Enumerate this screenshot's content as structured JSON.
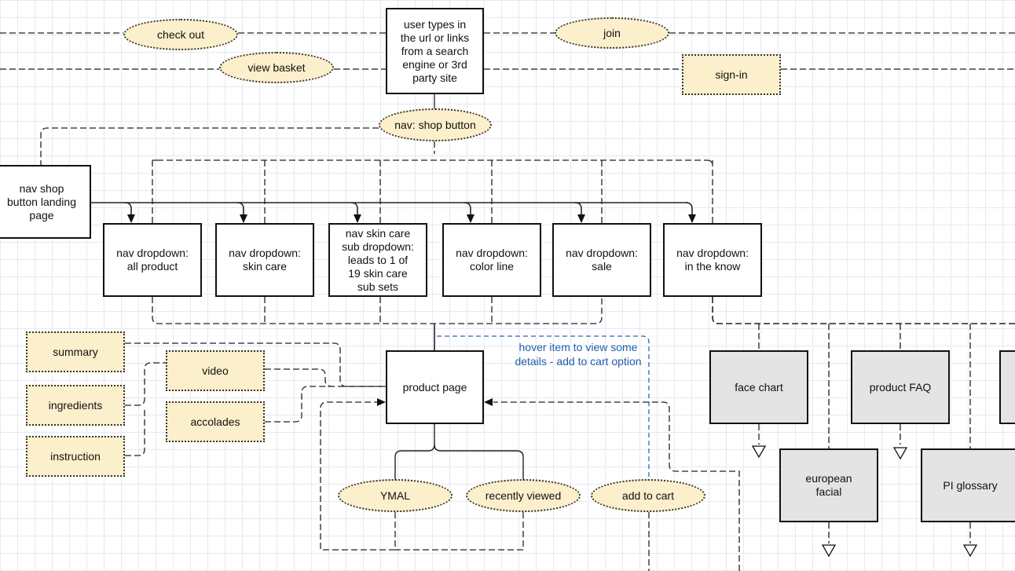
{
  "nodes": {
    "check_out": "check out",
    "view_basket": "view basket",
    "user_entry": "user types in\nthe url or links\nfrom a search\nengine or 3rd\nparty site",
    "join": "join",
    "sign_in": "sign-in",
    "nav_shop_button": "nav: shop button",
    "nav_shop_landing": "nav shop\nbutton landing\npage",
    "dropdown_all_product": "nav dropdown:\nall product",
    "dropdown_skin_care": "nav dropdown:\nskin care",
    "skin_care_sub": "nav skin care\nsub dropdown:\nleads to 1 of\n19 skin care\nsub sets",
    "dropdown_color_line": "nav dropdown:\ncolor line",
    "dropdown_sale": "nav dropdown:\nsale",
    "dropdown_in_the_know": "nav dropdown:\nin the know",
    "summary": "summary",
    "ingredients": "ingredients",
    "instruction": "instruction",
    "video": "video",
    "accolades": "accolades",
    "product_page": "product page",
    "ymal": "YMAL",
    "recently_viewed": "recently viewed",
    "add_to_cart": "add to cart",
    "face_chart": "face chart",
    "product_faq": "product FAQ",
    "european_facial": "european\nfacial",
    "pi_glossary": "PI glossary",
    "partial_box": ""
  },
  "annotation": "hover item to view some\ndetails - add to cart option",
  "colors": {
    "note_fill": "#fcefcb",
    "grey_fill": "#e4e4e4",
    "annotation": "#1f5fa8",
    "grid": "#e6e9f2"
  }
}
